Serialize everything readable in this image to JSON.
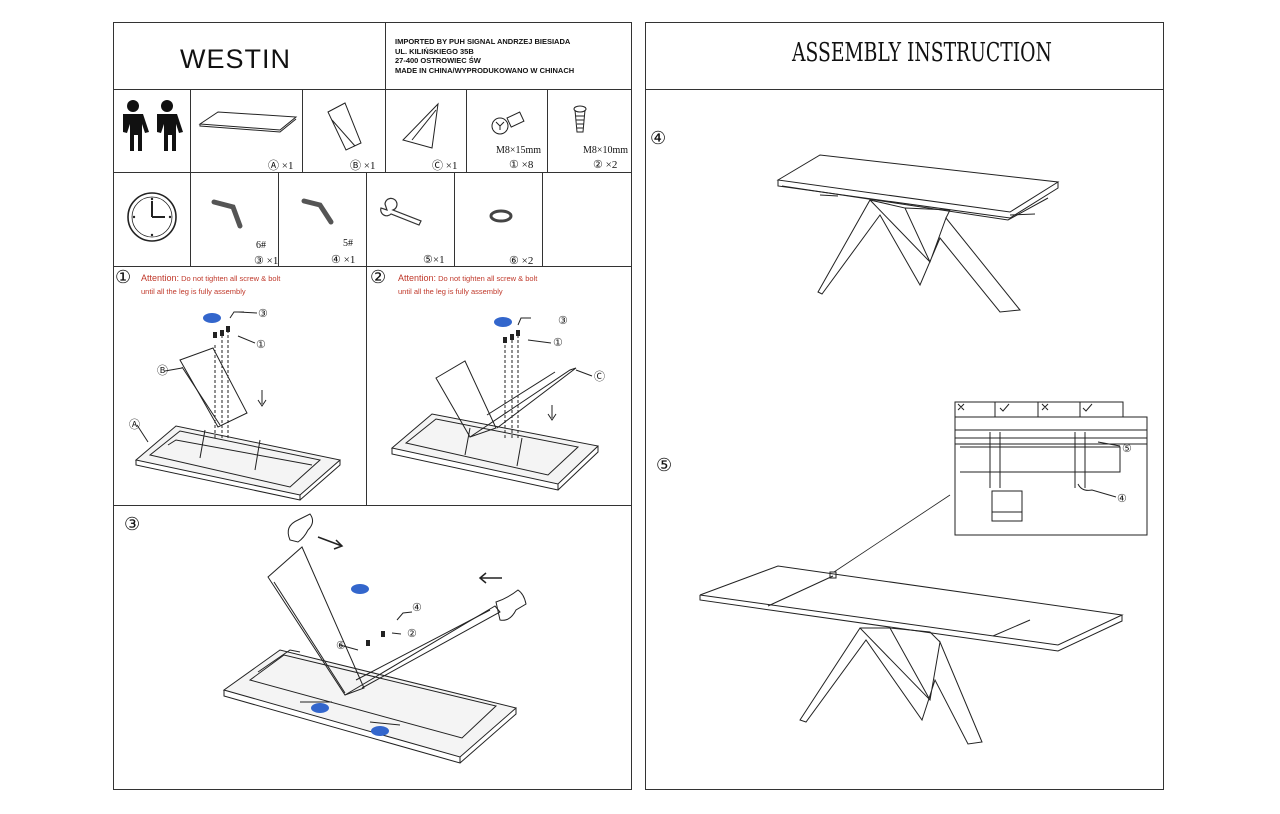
{
  "left": {
    "brand": "WESTIN",
    "importer_lines": [
      "IMPORTED BY PUH SIGNAL ANDRZEJ BIESIADA",
      "UL. KILIŃSKIEGO 35B",
      "27-400 OSTROWIEC ŚW",
      "MADE IN CHINA/WYPRODUKOWANO W CHINACH"
    ],
    "parts_row1": [
      {
        "icon": "two-people-icon",
        "caption": ""
      },
      {
        "icon": "table-top-icon",
        "caption": "Ⓐ ×1"
      },
      {
        "icon": "leg-b-icon",
        "caption": "Ⓑ ×1"
      },
      {
        "icon": "leg-c-icon",
        "caption": "Ⓒ ×1"
      },
      {
        "icon": "bolt-m8x15-icon",
        "spec": "M8×15mm",
        "caption": "① ×8"
      },
      {
        "icon": "bolt-m8x10-icon",
        "spec": "M8×10mm",
        "caption": "② ×2"
      }
    ],
    "parts_row2": [
      {
        "icon": "clock-icon",
        "caption": ""
      },
      {
        "icon": "hex-key-6-icon",
        "spec": "6#",
        "caption": "③ ×1"
      },
      {
        "icon": "hex-key-5-icon",
        "spec": "5#",
        "caption": "④ ×1"
      },
      {
        "icon": "wrench-icon",
        "caption": "⑤×1"
      },
      {
        "icon": "washer-icon",
        "caption": "⑥ ×2"
      }
    ],
    "step1": {
      "number": "①",
      "attention_label": "Attention:",
      "attention_text": "Do not tighten all screw & bolt",
      "attention_line2": "until all the leg is fully assembly"
    },
    "step2": {
      "number": "②",
      "attention_label": "Attention:",
      "attention_text": "Do not tighten all screw & bolt",
      "attention_line2": "until all the leg is fully assembly"
    },
    "step3": {
      "number": "③"
    }
  },
  "right": {
    "title": "ASSEMBLY INSTRUCTION",
    "step4": {
      "number": "④"
    },
    "step5": {
      "number": "⑤"
    }
  }
}
